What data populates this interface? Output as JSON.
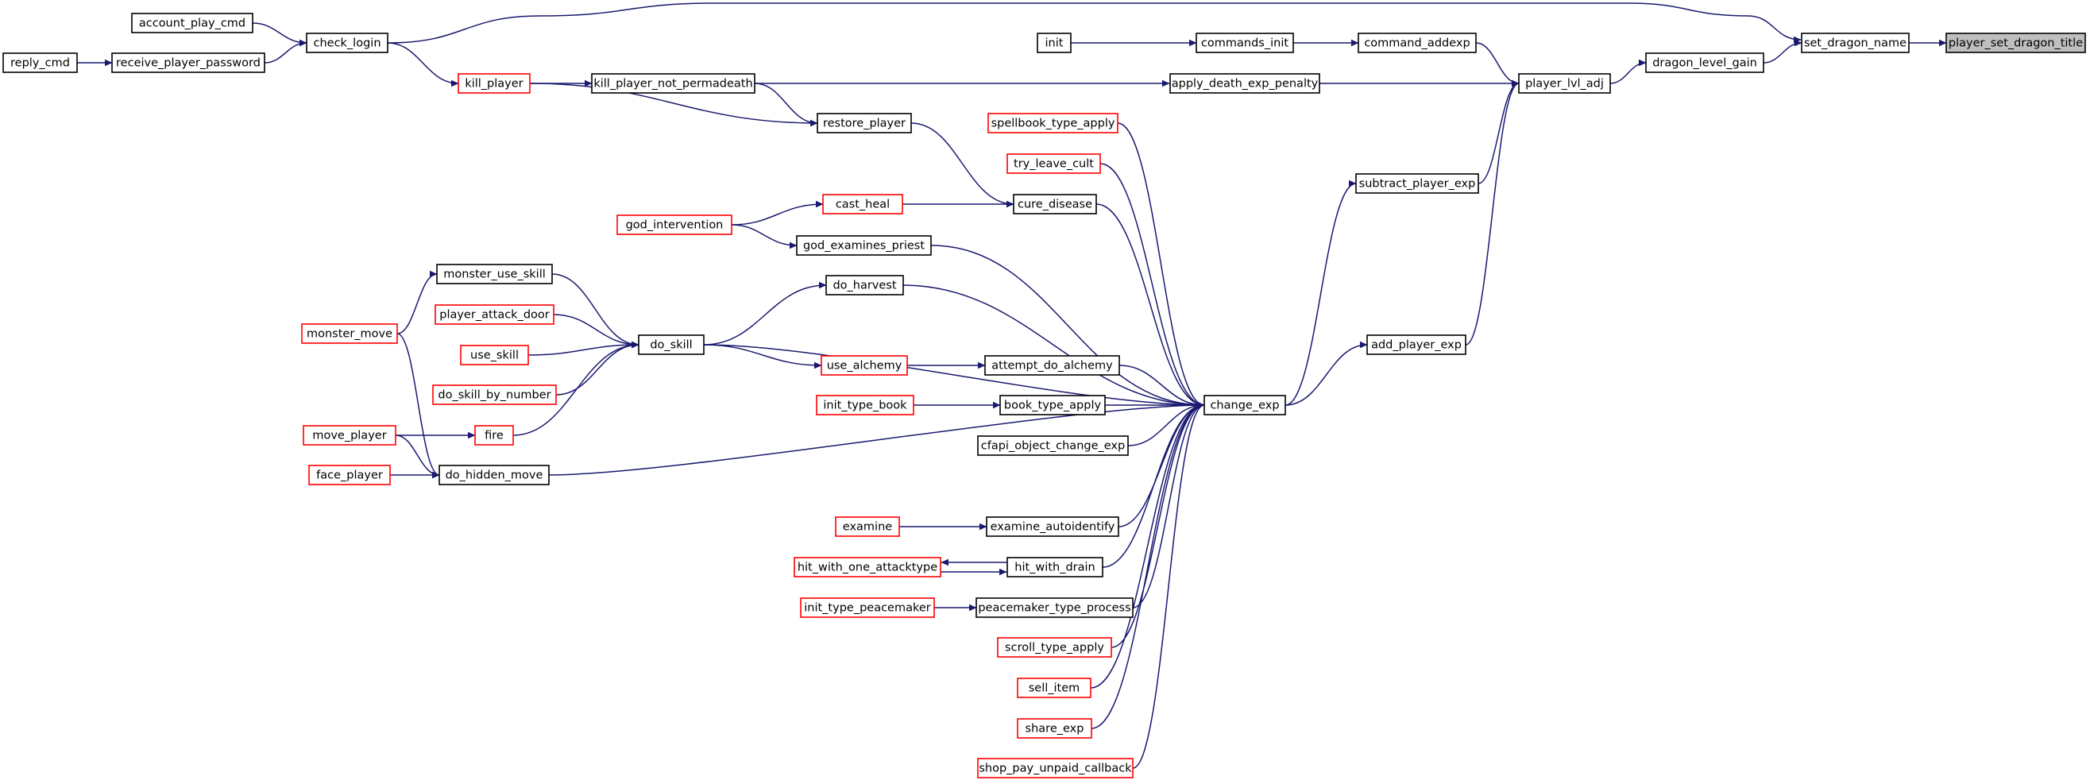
{
  "graph": {
    "edge_color": "#191970",
    "external_color": "#ff0000",
    "focus_fill": "#bfbfbf",
    "nodes": [
      {
        "id": "player_set_dragon_title",
        "label": "player_set_dragon_title",
        "focus": true
      },
      {
        "id": "set_dragon_name",
        "label": "set_dragon_name"
      },
      {
        "id": "dragon_level_gain",
        "label": "dragon_level_gain"
      },
      {
        "id": "player_lvl_adj",
        "label": "player_lvl_adj"
      },
      {
        "id": "command_addexp",
        "label": "command_addexp"
      },
      {
        "id": "commands_init",
        "label": "commands_init"
      },
      {
        "id": "init",
        "label": "init"
      },
      {
        "id": "apply_death_exp_penalty",
        "label": "apply_death_exp_penalty"
      },
      {
        "id": "kill_player_not_permadeath",
        "label": "kill_player_not_permadeath"
      },
      {
        "id": "kill_player",
        "label": "kill_player",
        "external": true
      },
      {
        "id": "check_login",
        "label": "check_login"
      },
      {
        "id": "account_play_cmd",
        "label": "account_play_cmd"
      },
      {
        "id": "receive_player_password",
        "label": "receive_player_password"
      },
      {
        "id": "reply_cmd",
        "label": "reply_cmd"
      },
      {
        "id": "subtract_player_exp",
        "label": "subtract_player_exp"
      },
      {
        "id": "add_player_exp",
        "label": "add_player_exp"
      },
      {
        "id": "change_exp",
        "label": "change_exp"
      },
      {
        "id": "restore_player",
        "label": "restore_player"
      },
      {
        "id": "spellbook_type_apply",
        "label": "spellbook_type_apply",
        "external": true
      },
      {
        "id": "try_leave_cult",
        "label": "try_leave_cult",
        "external": true
      },
      {
        "id": "cure_disease",
        "label": "cure_disease"
      },
      {
        "id": "cast_heal",
        "label": "cast_heal",
        "external": true
      },
      {
        "id": "god_intervention",
        "label": "god_intervention",
        "external": true
      },
      {
        "id": "god_examines_priest",
        "label": "god_examines_priest"
      },
      {
        "id": "do_harvest",
        "label": "do_harvest"
      },
      {
        "id": "monster_use_skill",
        "label": "monster_use_skill"
      },
      {
        "id": "monster_move",
        "label": "monster_move",
        "external": true
      },
      {
        "id": "player_attack_door",
        "label": "player_attack_door",
        "external": true
      },
      {
        "id": "do_skill",
        "label": "do_skill"
      },
      {
        "id": "use_skill",
        "label": "use_skill",
        "external": true
      },
      {
        "id": "use_alchemy",
        "label": "use_alchemy",
        "external": true
      },
      {
        "id": "attempt_do_alchemy",
        "label": "attempt_do_alchemy"
      },
      {
        "id": "do_skill_by_number",
        "label": "do_skill_by_number",
        "external": true
      },
      {
        "id": "init_type_book",
        "label": "init_type_book",
        "external": true
      },
      {
        "id": "book_type_apply",
        "label": "book_type_apply"
      },
      {
        "id": "move_player",
        "label": "move_player",
        "external": true
      },
      {
        "id": "fire",
        "label": "fire",
        "external": true
      },
      {
        "id": "cfapi_object_change_exp",
        "label": "cfapi_object_change_exp"
      },
      {
        "id": "face_player",
        "label": "face_player",
        "external": true
      },
      {
        "id": "do_hidden_move",
        "label": "do_hidden_move"
      },
      {
        "id": "examine",
        "label": "examine",
        "external": true
      },
      {
        "id": "examine_autoidentify",
        "label": "examine_autoidentify"
      },
      {
        "id": "hit_with_one_attacktype",
        "label": "hit_with_one_attacktype",
        "external": true
      },
      {
        "id": "hit_with_drain",
        "label": "hit_with_drain"
      },
      {
        "id": "init_type_peacemaker",
        "label": "init_type_peacemaker",
        "external": true
      },
      {
        "id": "peacemaker_type_process",
        "label": "peacemaker_type_process"
      },
      {
        "id": "scroll_type_apply",
        "label": "scroll_type_apply",
        "external": true
      },
      {
        "id": "sell_item",
        "label": "sell_item",
        "external": true
      },
      {
        "id": "share_exp",
        "label": "share_exp",
        "external": true
      },
      {
        "id": "shop_pay_unpaid_callback",
        "label": "shop_pay_unpaid_callback",
        "external": true
      }
    ],
    "edges": [
      [
        "set_dragon_name",
        "player_set_dragon_title"
      ],
      [
        "dragon_level_gain",
        "set_dragon_name"
      ],
      [
        "check_login",
        "set_dragon_name"
      ],
      [
        "player_lvl_adj",
        "dragon_level_gain"
      ],
      [
        "command_addexp",
        "player_lvl_adj"
      ],
      [
        "apply_death_exp_penalty",
        "player_lvl_adj"
      ],
      [
        "subtract_player_exp",
        "player_lvl_adj"
      ],
      [
        "add_player_exp",
        "player_lvl_adj"
      ],
      [
        "commands_init",
        "command_addexp"
      ],
      [
        "init",
        "commands_init"
      ],
      [
        "kill_player_not_permadeath",
        "apply_death_exp_penalty"
      ],
      [
        "kill_player",
        "kill_player_not_permadeath"
      ],
      [
        "check_login",
        "kill_player"
      ],
      [
        "account_play_cmd",
        "check_login"
      ],
      [
        "receive_player_password",
        "check_login"
      ],
      [
        "reply_cmd",
        "receive_player_password"
      ],
      [
        "change_exp",
        "subtract_player_exp"
      ],
      [
        "change_exp",
        "add_player_exp"
      ],
      [
        "kill_player_not_permadeath",
        "restore_player"
      ],
      [
        "kill_player",
        "restore_player"
      ],
      [
        "restore_player",
        "cure_disease"
      ],
      [
        "cast_heal",
        "cure_disease"
      ],
      [
        "god_intervention",
        "cast_heal"
      ],
      [
        "god_intervention",
        "god_examines_priest"
      ],
      [
        "do_skill",
        "do_harvest"
      ],
      [
        "monster_use_skill",
        "do_skill"
      ],
      [
        "player_attack_door",
        "do_skill"
      ],
      [
        "use_skill",
        "do_skill"
      ],
      [
        "do_skill_by_number",
        "do_skill"
      ],
      [
        "fire",
        "do_skill"
      ],
      [
        "monster_move",
        "monster_use_skill"
      ],
      [
        "do_skill",
        "use_alchemy"
      ],
      [
        "use_alchemy",
        "attempt_do_alchemy"
      ],
      [
        "init_type_book",
        "book_type_apply"
      ],
      [
        "move_player",
        "fire"
      ],
      [
        "monster_move",
        "do_hidden_move"
      ],
      [
        "move_player",
        "do_hidden_move"
      ],
      [
        "face_player",
        "do_hidden_move"
      ],
      [
        "examine",
        "examine_autoidentify"
      ],
      [
        "hit_with_drain",
        "hit_with_one_attacktype"
      ],
      [
        "hit_with_one_attacktype",
        "hit_with_drain"
      ],
      [
        "init_type_peacemaker",
        "peacemaker_type_process"
      ],
      [
        "spellbook_type_apply",
        "change_exp"
      ],
      [
        "try_leave_cult",
        "change_exp"
      ],
      [
        "cure_disease",
        "change_exp"
      ],
      [
        "god_examines_priest",
        "change_exp"
      ],
      [
        "do_harvest",
        "change_exp"
      ],
      [
        "do_skill",
        "change_exp"
      ],
      [
        "attempt_do_alchemy",
        "change_exp"
      ],
      [
        "book_type_apply",
        "change_exp"
      ],
      [
        "cfapi_object_change_exp",
        "change_exp"
      ],
      [
        "do_hidden_move",
        "change_exp"
      ],
      [
        "examine_autoidentify",
        "change_exp"
      ],
      [
        "hit_with_drain",
        "change_exp"
      ],
      [
        "peacemaker_type_process",
        "change_exp"
      ],
      [
        "scroll_type_apply",
        "change_exp"
      ],
      [
        "sell_item",
        "change_exp"
      ],
      [
        "share_exp",
        "change_exp"
      ],
      [
        "shop_pay_unpaid_callback",
        "change_exp"
      ]
    ]
  }
}
